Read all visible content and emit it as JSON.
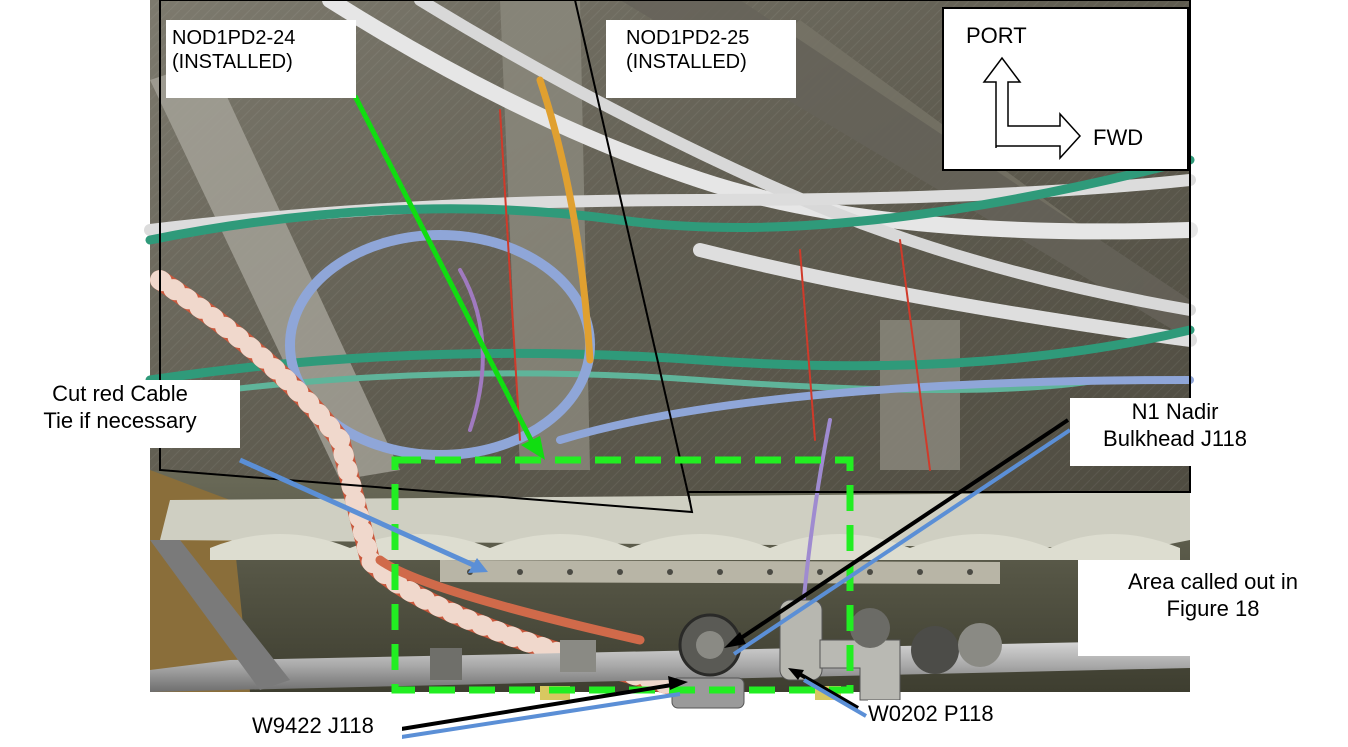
{
  "labels": {
    "panel_24": "NOD1PD2-24\n(INSTALLED)",
    "panel_25": "NOD1PD2-25\n(INSTALLED)",
    "compass_port": "PORT",
    "compass_fwd": "FWD",
    "cut_cable_tie": "Cut red Cable\nTie if necessary",
    "n1_nadir": "N1 Nadir\nBulkhead J118",
    "area_callout": "Area called out in\nFigure 18",
    "w9422": "W9422 J118",
    "w0202": "W0202 P118"
  },
  "colors": {
    "callout_box_dashed": "#22ee22",
    "green_arrow": "#11dd11",
    "leader_blue": "#5b8fd6",
    "leader_black": "#000000",
    "cable_red": "#c9583c",
    "cable_blue": "#8fa6d8",
    "cable_green": "#2f9a7a",
    "cable_white": "#e8e8e8"
  },
  "icons": {
    "compass": "port-fwd-compass-icon"
  }
}
